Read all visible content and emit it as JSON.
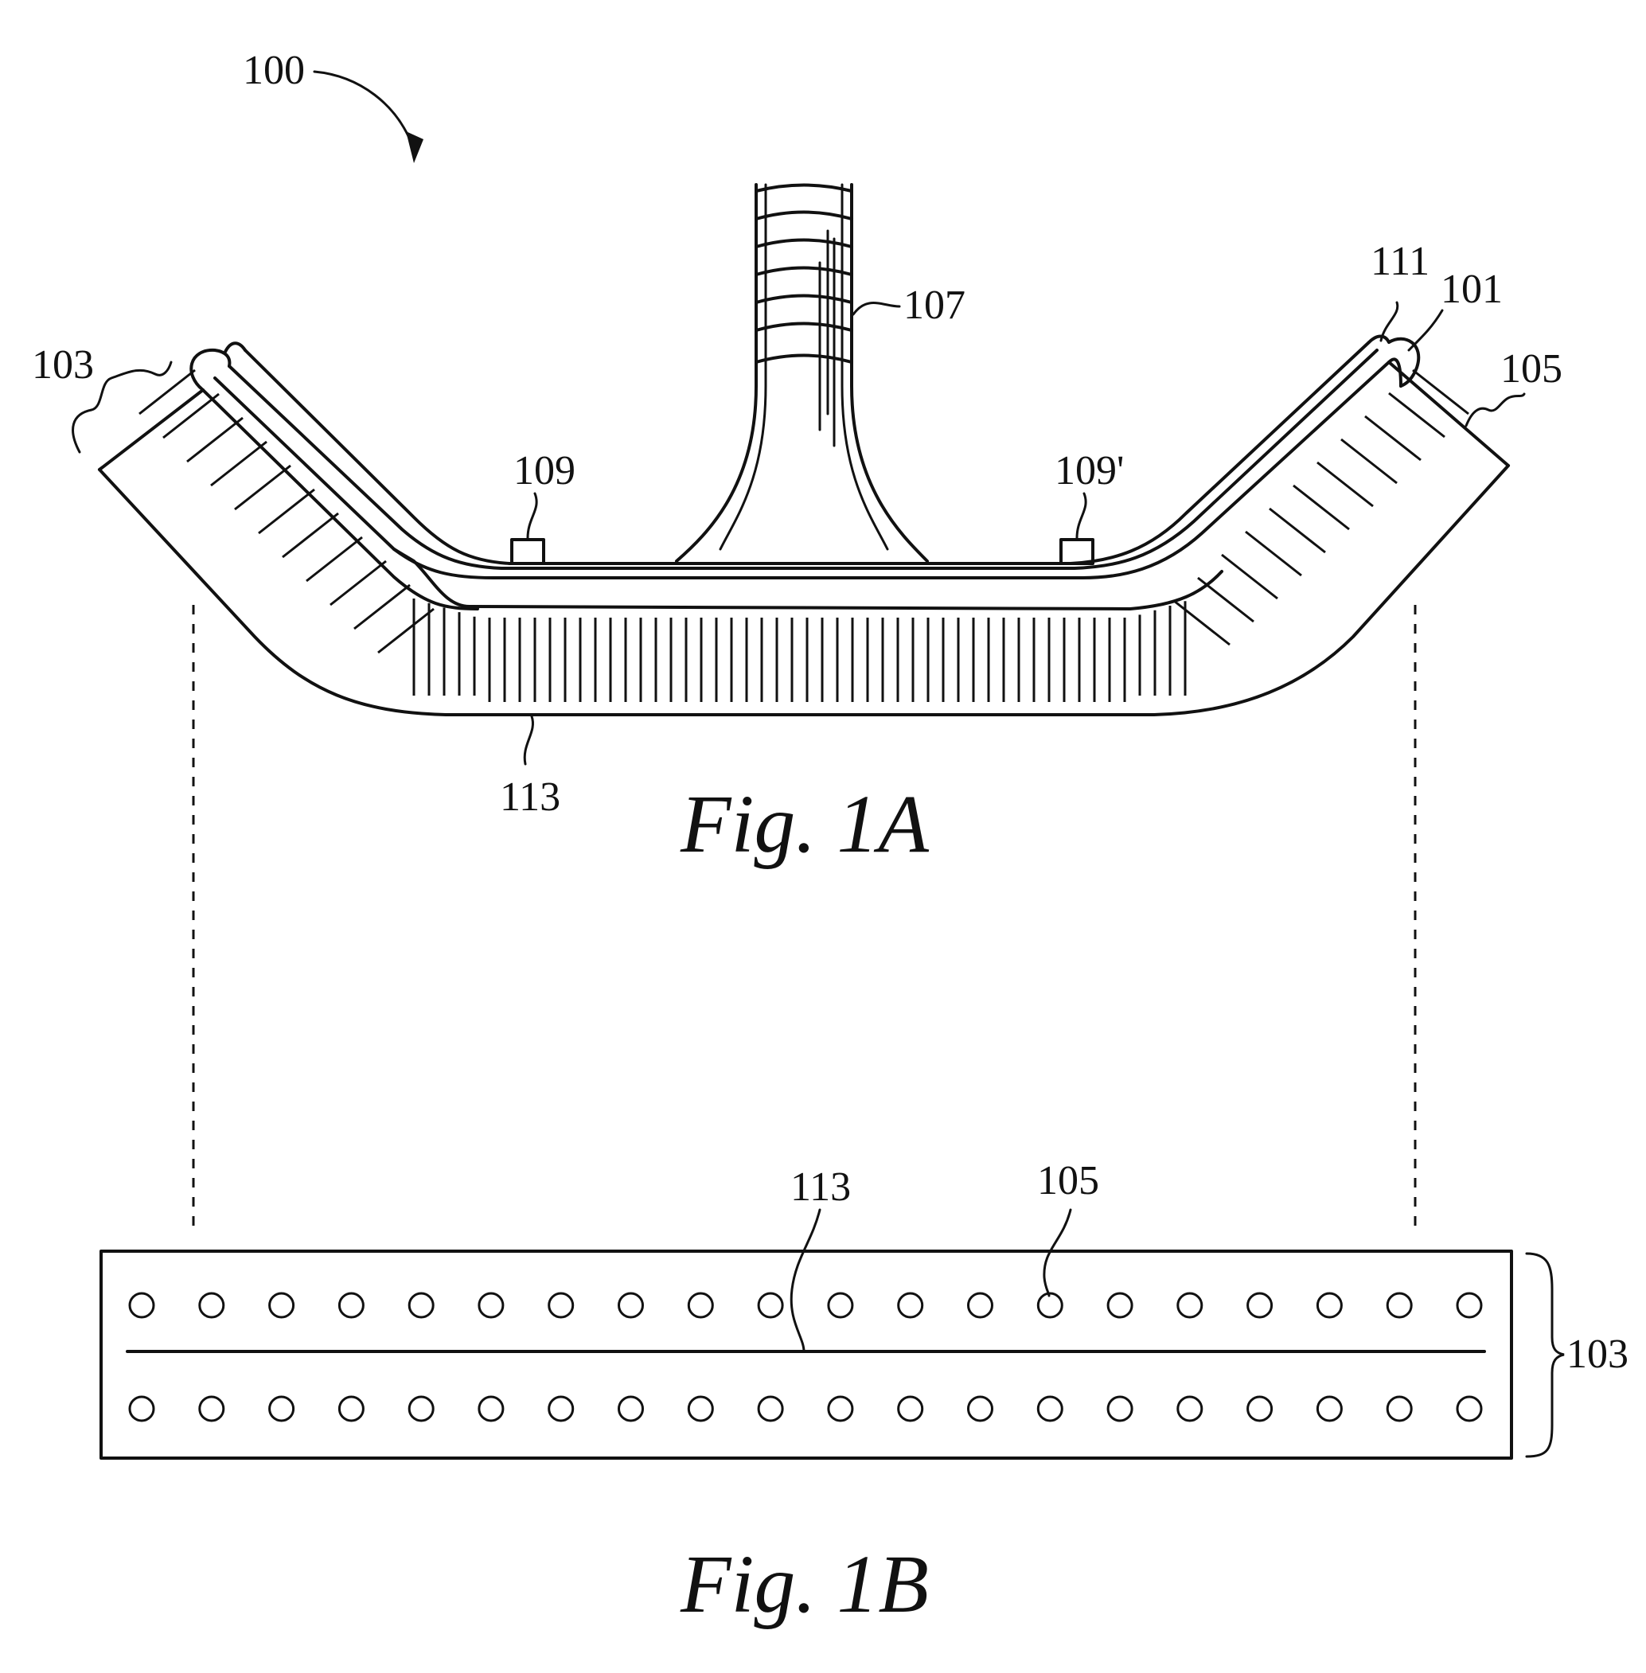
{
  "figure_1a": {
    "caption": "Fig. 1A",
    "labels": {
      "device": "100",
      "tube": "107",
      "sensor_left": "109",
      "sensor_right": "109'",
      "cuff_top": "111",
      "cuff_outer": "101",
      "end_left": "103",
      "end_right": "105",
      "bottom": "113"
    }
  },
  "figure_1b": {
    "caption": "Fig. 1B",
    "labels": {
      "center_line": "113",
      "hole": "105",
      "side_bracket": "103"
    },
    "rows": 2,
    "holes_per_row": 20
  }
}
